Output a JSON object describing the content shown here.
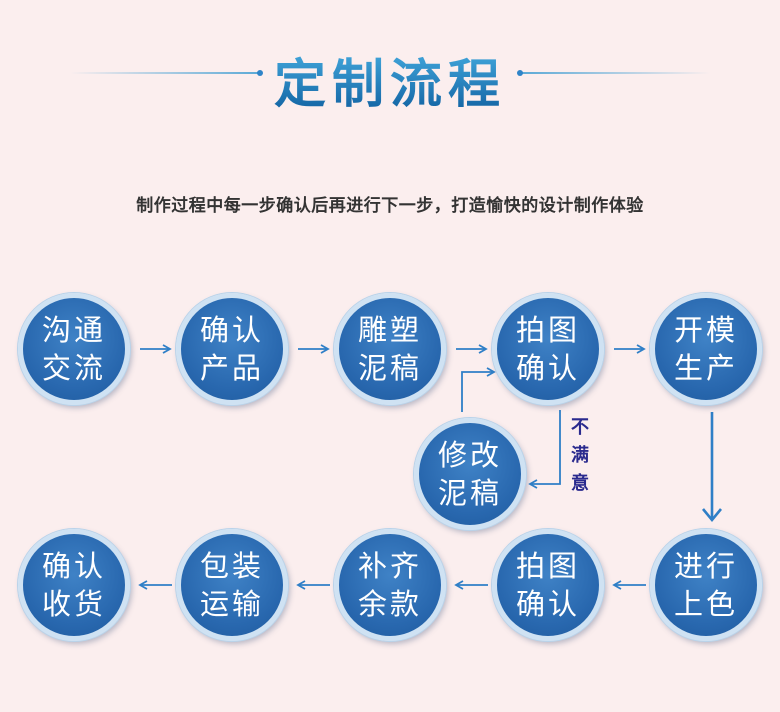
{
  "title": "定制流程",
  "subtitle": "制作过程中每一步确认后再进行下一步，打造愉快的设计制作体验",
  "colors": {
    "node_fill": "#2867ae",
    "node_ring": "#cfe2f3",
    "arrow": "#2f7fc7",
    "title": "#1f7fc1",
    "note_text": "#2a2a8e",
    "background": "#fbeeee"
  },
  "nodes": {
    "n1": {
      "line1": "沟通",
      "line2": "交流"
    },
    "n2": {
      "line1": "确认",
      "line2": "产品"
    },
    "n3": {
      "line1": "雕塑",
      "line2": "泥稿"
    },
    "n4": {
      "line1": "拍图",
      "line2": "确认"
    },
    "n5": {
      "line1": "开模",
      "line2": "生产"
    },
    "n6": {
      "line1": "修改",
      "line2": "泥稿"
    },
    "n7": {
      "line1": "进行",
      "line2": "上色"
    },
    "n8": {
      "line1": "拍图",
      "line2": "确认"
    },
    "n9": {
      "line1": "补齐",
      "line2": "余款"
    },
    "n10": {
      "line1": "包装",
      "line2": "运输"
    },
    "n11": {
      "line1": "确认",
      "line2": "收货"
    }
  },
  "loop_note": {
    "c1": "不",
    "c2": "满",
    "c3": "意"
  }
}
